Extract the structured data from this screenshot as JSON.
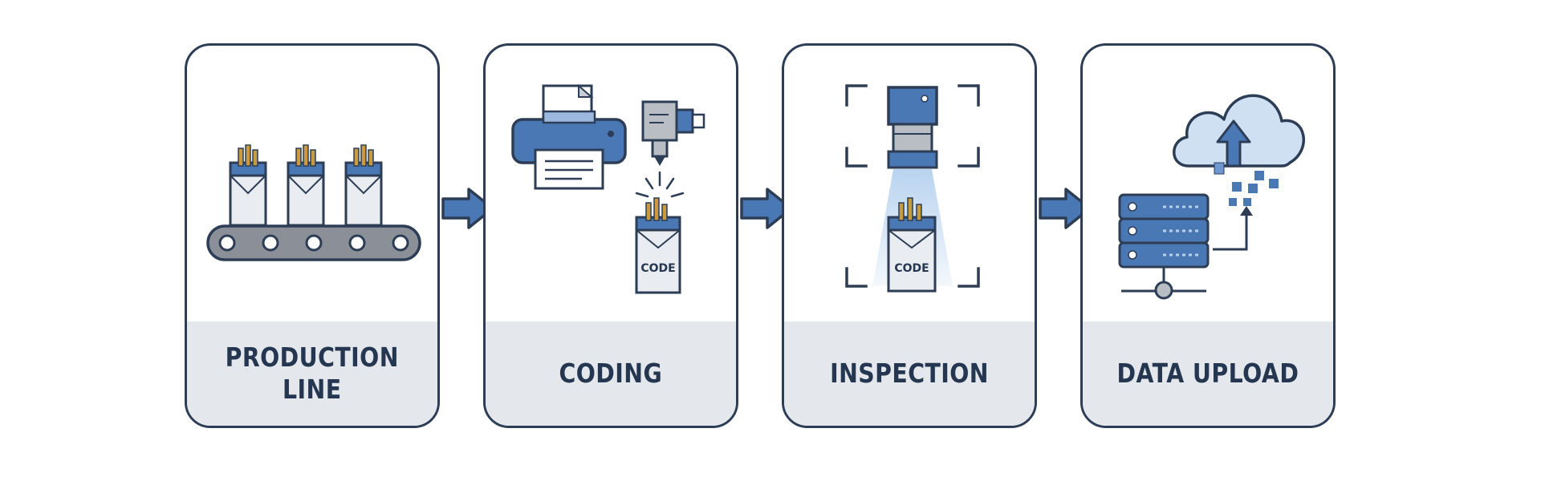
{
  "colors": {
    "outline": "#2c3d55",
    "accent_blue": "#4a78b5",
    "light_blue": "#b5d1ee",
    "label_band": "#e4e7ec",
    "label_text": "#253650",
    "gold": "#c99a3f"
  },
  "stages": [
    {
      "label": "PRODUCTION\nLINE",
      "icons": [
        "cigarette-pack-icon",
        "conveyor-belt-icon"
      ]
    },
    {
      "label": "CODING",
      "icons": [
        "printer-icon",
        "laser-coder-icon",
        "coded-pack-icon"
      ],
      "pack_code": "CODE"
    },
    {
      "label": "INSPECTION",
      "icons": [
        "camera-icon",
        "scan-frame-icon",
        "coded-pack-icon"
      ],
      "pack_code": "CODE"
    },
    {
      "label": "DATA UPLOAD",
      "icons": [
        "server-icon",
        "cloud-upload-icon"
      ]
    }
  ],
  "connectors": [
    "arrow-right-icon",
    "arrow-right-icon",
    "arrow-right-icon"
  ]
}
